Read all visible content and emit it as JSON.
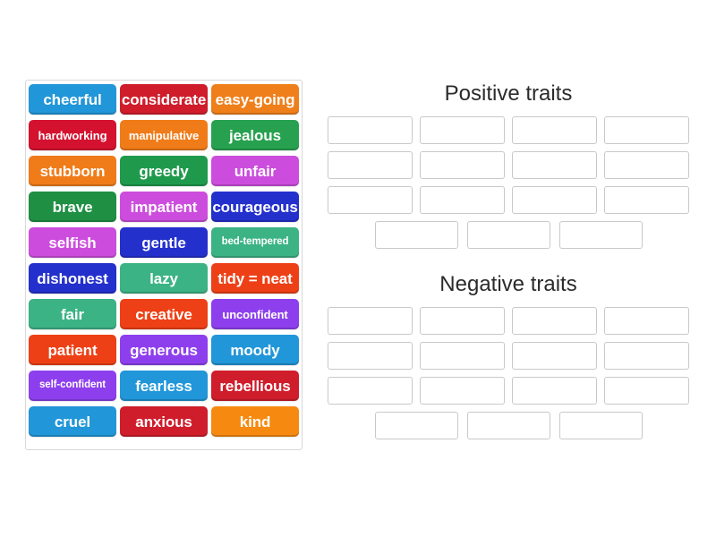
{
  "activity": {
    "type": "group-sort",
    "tile_panel_name": "word-tile-bank"
  },
  "tiles": [
    {
      "label": "cheerful",
      "color": "#2196d8",
      "size": "md"
    },
    {
      "label": "considerate",
      "color": "#cf1d2b",
      "size": "md"
    },
    {
      "label": "easy-going",
      "color": "#ef7f1a",
      "size": "md"
    },
    {
      "label": "hardworking",
      "color": "#d41230",
      "size": "sm"
    },
    {
      "label": "manipulative",
      "color": "#f07c19",
      "size": "sm"
    },
    {
      "label": "jealous",
      "color": "#27a14f",
      "size": "md"
    },
    {
      "label": "stubborn",
      "color": "#f07c19",
      "size": "md"
    },
    {
      "label": "greedy",
      "color": "#1f9a4d",
      "size": "md"
    },
    {
      "label": "unfair",
      "color": "#cc4ddd",
      "size": "md"
    },
    {
      "label": "brave",
      "color": "#1f8f44",
      "size": "md"
    },
    {
      "label": "impatient",
      "color": "#cc4ddd",
      "size": "md"
    },
    {
      "label": "courageous",
      "color": "#2430cc",
      "size": "md"
    },
    {
      "label": "selfish",
      "color": "#cc4ddd",
      "size": "md"
    },
    {
      "label": "gentle",
      "color": "#2430cc",
      "size": "md"
    },
    {
      "label": "bed-tempered",
      "color": "#3bb384",
      "size": "xs"
    },
    {
      "label": "dishonest",
      "color": "#2430cc",
      "size": "md"
    },
    {
      "label": "lazy",
      "color": "#3bb384",
      "size": "md"
    },
    {
      "label": "tidy = neat",
      "color": "#ee4016",
      "size": "md"
    },
    {
      "label": "fair",
      "color": "#3bb384",
      "size": "md"
    },
    {
      "label": "creative",
      "color": "#ee4016",
      "size": "md"
    },
    {
      "label": "unconfident",
      "color": "#8e3fed",
      "size": "sm"
    },
    {
      "label": "patient",
      "color": "#ee4016",
      "size": "md"
    },
    {
      "label": "generous",
      "color": "#8e3fed",
      "size": "md"
    },
    {
      "label": "moody",
      "color": "#2196d8",
      "size": "md"
    },
    {
      "label": "self-confident",
      "color": "#8e3fed",
      "size": "xs"
    },
    {
      "label": "fearless",
      "color": "#2196d8",
      "size": "md"
    },
    {
      "label": "rebellious",
      "color": "#cf1d2b",
      "size": "md"
    },
    {
      "label": "cruel",
      "color": "#2196d8",
      "size": "md"
    },
    {
      "label": "anxious",
      "color": "#cf1d2b",
      "size": "md"
    },
    {
      "label": "kind",
      "color": "#f68a10",
      "size": "md"
    }
  ],
  "groups": [
    {
      "title": "Positive traits",
      "rows": [
        {
          "slots": 4,
          "centered": false
        },
        {
          "slots": 4,
          "centered": false
        },
        {
          "slots": 4,
          "centered": false
        },
        {
          "slots": 3,
          "centered": true
        }
      ]
    },
    {
      "title": "Negative traits",
      "rows": [
        {
          "slots": 4,
          "centered": false
        },
        {
          "slots": 4,
          "centered": false
        },
        {
          "slots": 4,
          "centered": false
        },
        {
          "slots": 3,
          "centered": true
        }
      ]
    }
  ],
  "colors": {
    "page_background": "#ffffff",
    "panel_border": "#d8d8d8",
    "dropzone_border": "#c9c9c9",
    "heading_text": "#2b2b2b",
    "tile_text": "#ffffff"
  }
}
